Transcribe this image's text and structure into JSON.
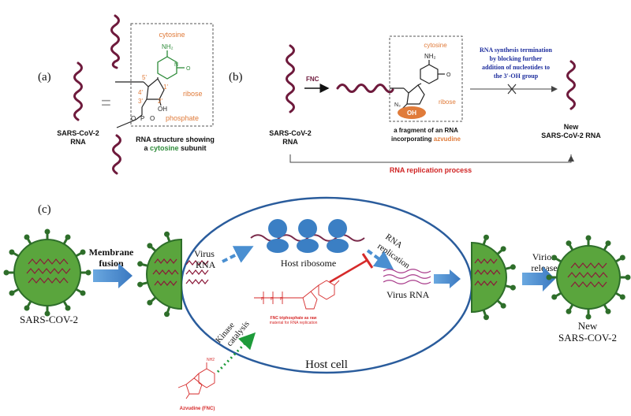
{
  "panel_a": {
    "label": "(a)",
    "rna_label_1": "SARS-CoV-2",
    "rna_label_2": "RNA",
    "equals": "=",
    "cytosine": "cytosine",
    "nh2": "NH₂",
    "ribose": "ribose",
    "phosphate": "phosphate",
    "pos_5": "5'",
    "pos_4": "4'",
    "pos_3": "3'",
    "pos_2": "2'",
    "pos_1": "1'",
    "oh": "OH",
    "struct_caption_1": "RNA structure showing",
    "struct_caption_2a": "a ",
    "struct_caption_2b": "cytosine",
    "struct_caption_2c": " subunit",
    "colors": {
      "strand": "#6e1a3c",
      "orange": "#e07b3a",
      "green": "#2e8b3a"
    }
  },
  "panel_b": {
    "label": "(b)",
    "rna_label_1": "SARS-CoV-2",
    "rna_label_2": "RNA",
    "fnc": "FNC",
    "cytosine": "cytosine",
    "nh2": "NH₂",
    "ribose": "ribose",
    "n3": "N₃",
    "oh": "OH",
    "fragment_1": "a fragment of an RNA",
    "fragment_2": "incorporating ",
    "fragment_2b": "azvudine",
    "termination_1": "RNA synthesis termination",
    "termination_2": "by blocking further",
    "termination_3": "addition of nucleotides to",
    "termination_4": "the 3'-OH group",
    "new_rna_1": "New",
    "new_rna_2": "SARS-CoV-2 RNA",
    "process": "RNA replication process",
    "colors": {
      "blue_text": "#1f2f9e",
      "red_text": "#d02424"
    }
  },
  "panel_c": {
    "label": "(c)",
    "sars_left": "SARS-COV-2",
    "membrane_1": "Membrane",
    "membrane_2": "fusion",
    "virus_rna_1": "Virus",
    "virus_rna_2": "RNA",
    "host_ribosome": "Host ribosome",
    "rna_rep_1": "RNA",
    "rna_rep_2": "replication",
    "virus_rna_right": "Virus RNA",
    "fnc_tri_1": "FNC triphosphate as raw",
    "fnc_tri_2": "material for RNA replication",
    "kinase_1": "Kinase",
    "kinase_2": "catalysis",
    "host_cell": "Host cell",
    "azvudine_label": "Azvudine (FNC)",
    "virion_1": "Virion",
    "virion_2": "release",
    "new_1": "New",
    "new_2": "SARS-COV-2",
    "colors": {
      "virus_green": "#5aa53d",
      "virus_dark": "#2e6e2a",
      "arrow_blue": "#4a8fd1",
      "cell_border": "#2a5c9c",
      "ribosome": "#3b7fc4",
      "red": "#d62a2a"
    }
  }
}
